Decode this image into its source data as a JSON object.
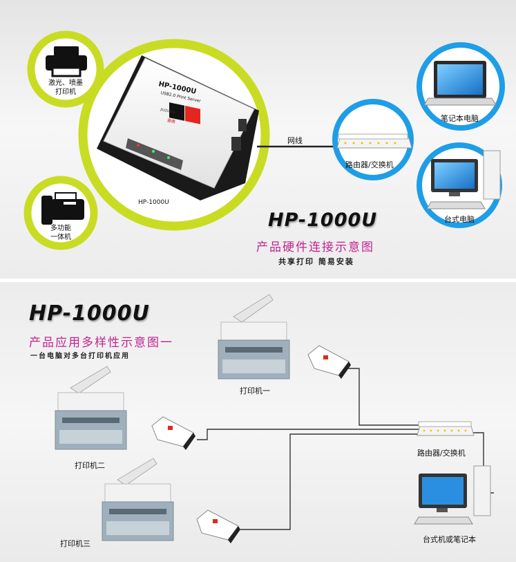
{
  "top": {
    "device_name": "HP-1000U",
    "device_face_model": "HP-1000U",
    "device_face_sub": "USB2.0 Print Server",
    "device_face_brand": "JIUZHOU",
    "device_face_brand_cn": "逊商",
    "cable_label": "网线",
    "laser_printer_label_line1": "激光、喷墨",
    "laser_printer_label_line2": "打印机",
    "mfp_label_line1": "多功能",
    "mfp_label_line2": "一体机",
    "router_label": "路由器/交换机",
    "laptop_label": "笔记本电脑",
    "desktop_label": "台式电脑",
    "title": "HP-1000U",
    "subtitle": "产品硬件连接示意图",
    "tagline": "共享打印  简易安装"
  },
  "bottom": {
    "title": "HP-1000U",
    "subtitle": "产品应用多样性示意图一",
    "tagline": "一台电脑对多台打印机应用",
    "printer1_label": "打印机一",
    "printer2_label": "打印机二",
    "printer3_label": "打印机三",
    "router_label": "路由器/交换机",
    "computer_label": "台式机或笔记本"
  },
  "colors": {
    "green_ring": "#c9dc24",
    "blue_ring": "#1e9ee6",
    "magenta": "#c2238f",
    "red": "#e3261f"
  }
}
